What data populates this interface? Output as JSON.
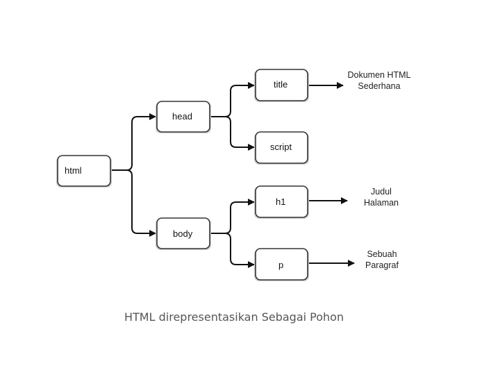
{
  "nodes": {
    "html": "html",
    "head": "head",
    "body": "body",
    "title": "title",
    "script": "script",
    "h1": "h1",
    "p": "p"
  },
  "annotations": {
    "title_note": [
      "Dokumen HTML",
      "Sederhana"
    ],
    "h1_note": [
      "Judul",
      "Halaman"
    ],
    "p_note": [
      "Sebuah",
      "Paragraf"
    ]
  },
  "caption": "HTML direpresentasikan Sebagai Pohon",
  "colors": {
    "stroke": "#111111",
    "box_border": "#333333",
    "caption_text": "#555555"
  }
}
